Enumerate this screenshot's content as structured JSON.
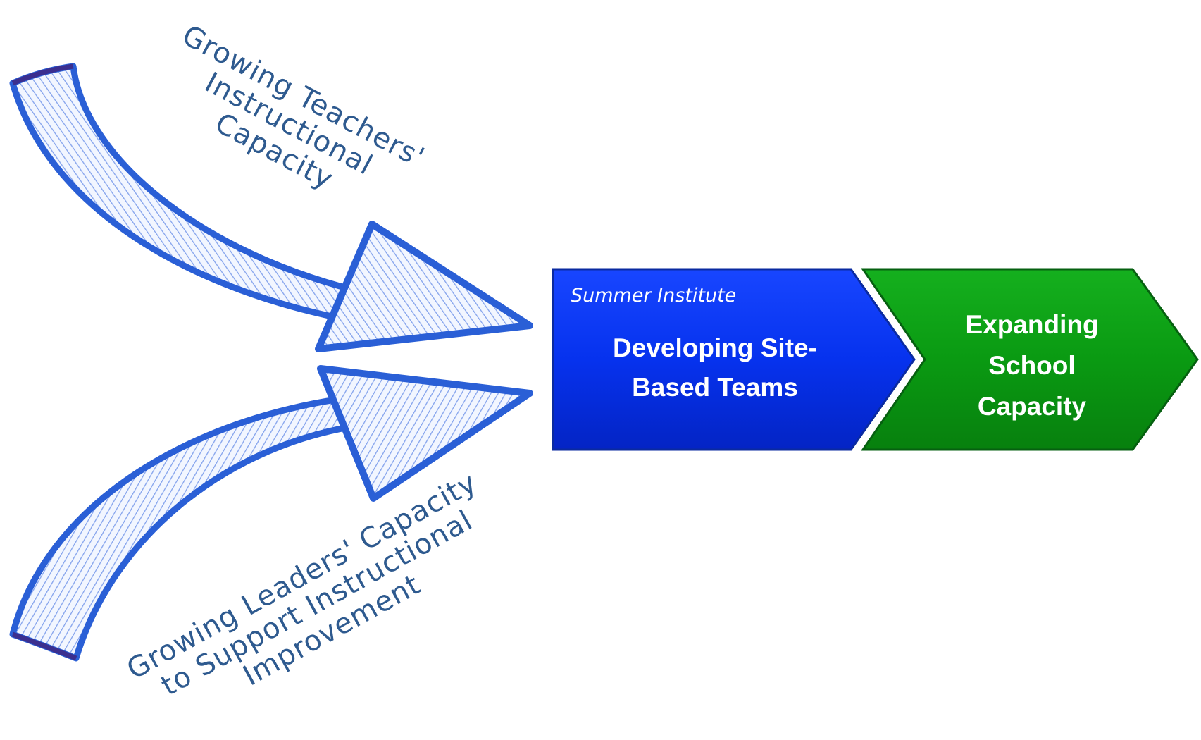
{
  "arrows": {
    "top_label": [
      "Growing Teachers'",
      "Instructional",
      "Capacity"
    ],
    "bottom_label": [
      "Growing Leaders' Capacity",
      "to Support Instructional",
      "Improvement"
    ]
  },
  "chevrons": {
    "blue": {
      "sublabel": "Summer Institute",
      "title": [
        "Developing Site-",
        "Based Teams"
      ]
    },
    "green": {
      "title": [
        "Expanding",
        "School",
        "Capacity"
      ]
    }
  },
  "colors": {
    "arrow_ink": "#2a5fd6",
    "arrow_ink_dark": "#1a3fa8",
    "label_text": "#2e5a8f",
    "blue_chevron": "#0a37f0",
    "green_chevron": "#0a9a12"
  }
}
